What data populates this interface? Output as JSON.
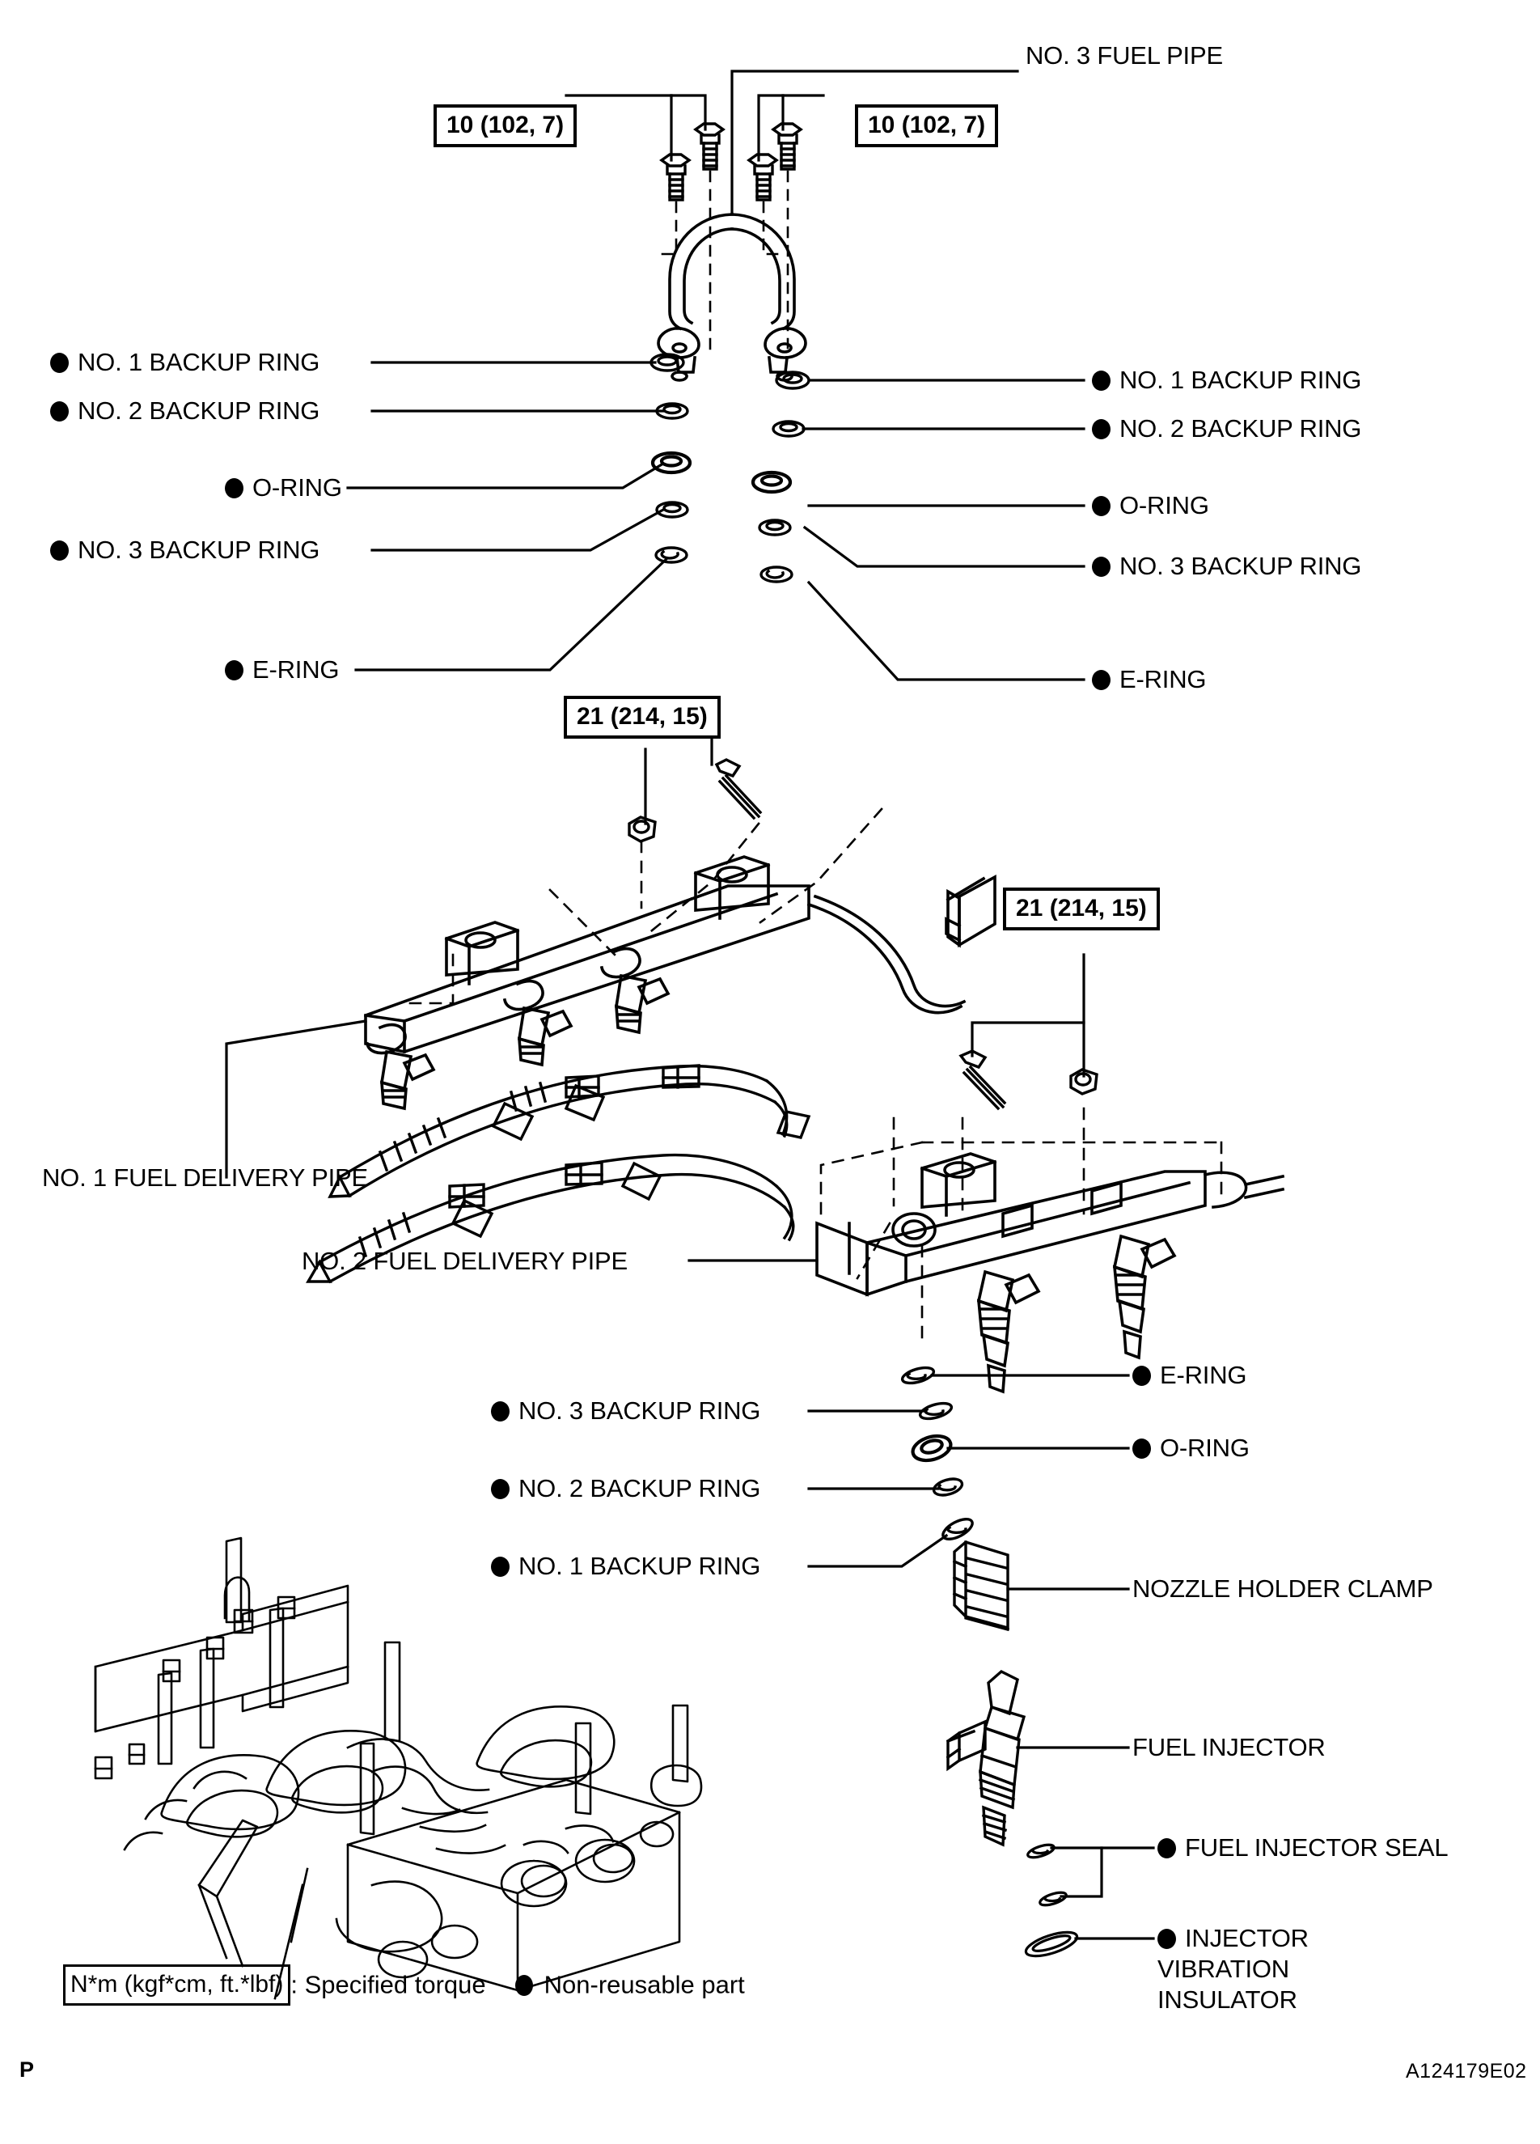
{
  "document": {
    "reference_code": "A124179E02",
    "page_mark": "P"
  },
  "torque_specs": [
    {
      "id": "t1",
      "value": "10 (102, 7)"
    },
    {
      "id": "t2",
      "value": "10 (102, 7)"
    },
    {
      "id": "t3",
      "value": "21 (214, 15)"
    },
    {
      "id": "t4",
      "value": "21 (214, 15)"
    }
  ],
  "callouts": {
    "no3_fuel_pipe": "NO. 3 FUEL PIPE",
    "left_col": [
      {
        "label": "NO. 1 BACKUP RING",
        "marked": true
      },
      {
        "label": "NO. 2 BACKUP RING",
        "marked": true
      },
      {
        "label": "O-RING",
        "marked": true
      },
      {
        "label": "NO. 3 BACKUP RING",
        "marked": true
      },
      {
        "label": "E-RING",
        "marked": true
      }
    ],
    "right_col": [
      {
        "label": "NO. 1 BACKUP RING",
        "marked": true
      },
      {
        "label": "NO. 2 BACKUP RING",
        "marked": true
      },
      {
        "label": "O-RING",
        "marked": true
      },
      {
        "label": "NO. 3 BACKUP RING",
        "marked": true
      },
      {
        "label": "E-RING",
        "marked": true
      }
    ],
    "no1_fuel_delivery_pipe": "NO. 1 FUEL DELIVERY PIPE",
    "no2_fuel_delivery_pipe": "NO. 2 FUEL DELIVERY PIPE",
    "lower_left_col": [
      {
        "label": "NO. 3 BACKUP RING",
        "marked": true
      },
      {
        "label": "NO. 2 BACKUP RING",
        "marked": true
      },
      {
        "label": "NO. 1 BACKUP RING",
        "marked": true
      }
    ],
    "lower_right_col": [
      {
        "label": "E-RING",
        "marked": true
      },
      {
        "label": "O-RING",
        "marked": true
      },
      {
        "label": "NOZZLE HOLDER CLAMP",
        "marked": false
      },
      {
        "label": "FUEL INJECTOR",
        "marked": false
      },
      {
        "label": "FUEL INJECTOR SEAL",
        "marked": true
      },
      {
        "label": "INJECTOR VIBRATION INSULATOR",
        "marked": true
      }
    ]
  },
  "legend": {
    "torque_box": "N*m (kgf*cm, ft.*lbf)",
    "torque_text": ": Specified torque",
    "nonreusable_text": "Non-reusable part"
  }
}
